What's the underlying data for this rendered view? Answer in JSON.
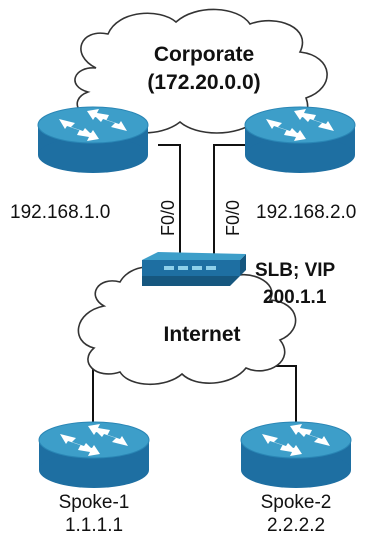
{
  "clouds": {
    "corporate": {
      "name": "Corporate",
      "subnet": "(172.20.0.0)"
    },
    "internet": {
      "name": "Internet"
    }
  },
  "routers": {
    "hub_left": {
      "network": "192.168.1.0",
      "interface": "F0/0"
    },
    "hub_right": {
      "network": "192.168.2.0",
      "interface": "F0/0"
    },
    "spoke_1": {
      "name": "Spoke-1",
      "address": "1.1.1.1"
    },
    "spoke_2": {
      "name": "Spoke-2",
      "address": "2.2.2.2"
    }
  },
  "slb": {
    "label": "SLB; VIP",
    "vip": "200.1.1"
  },
  "colors": {
    "router_top": "#3d9ec9",
    "router_body": "#1e6fa2",
    "switch_top": "#3d9ec9",
    "switch_body": "#1e6fa2",
    "cloud_fill": "#ffffff",
    "cloud_stroke": "#333333",
    "line": "#111111"
  }
}
